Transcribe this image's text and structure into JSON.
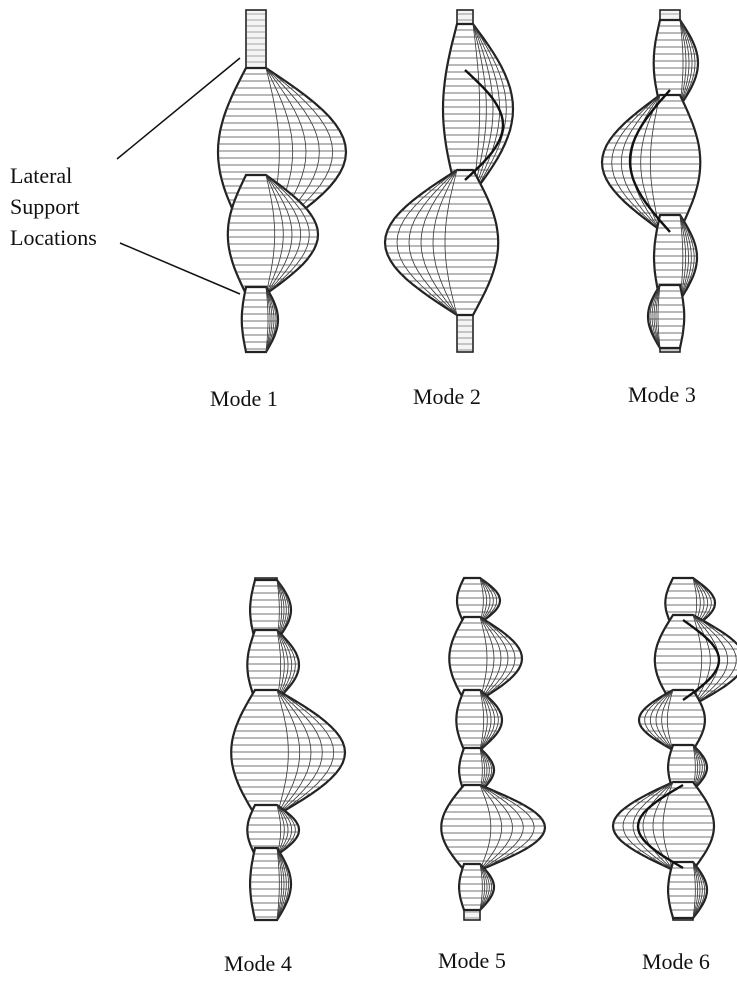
{
  "callout": {
    "lines": [
      "Lateral",
      "Support",
      "Locations"
    ]
  },
  "modes": [
    {
      "label": "Mode 1",
      "lobes": [
        [
          68,
          236,
          80
        ],
        [
          175,
          294,
          52
        ],
        [
          287,
          352,
          12
        ]
      ],
      "secondary": [],
      "wire_color": "#222222"
    },
    {
      "label": "Mode 2",
      "lobes": [
        [
          24,
          194,
          40
        ],
        [
          170,
          315,
          -72
        ]
      ],
      "secondary": [
        [
          70,
          180,
          38,
          0.8
        ]
      ],
      "wire_color": "#222222"
    },
    {
      "label": "Mode 3",
      "lobes": [
        [
          20,
          106,
          18
        ],
        [
          95,
          230,
          -58
        ],
        [
          215,
          300,
          17
        ],
        [
          285,
          348,
          -12
        ]
      ],
      "secondary": [
        [
          90,
          232,
          -40,
          0.7
        ]
      ],
      "wire_color": "#222222"
    },
    {
      "label": "Mode 4",
      "lobes": [
        [
          580,
          640,
          14
        ],
        [
          630,
          700,
          22
        ],
        [
          690,
          815,
          68
        ],
        [
          805,
          855,
          22
        ],
        [
          848,
          920,
          14
        ]
      ],
      "secondary": [],
      "wire_color": "#222222"
    },
    {
      "label": "Mode 5",
      "lobes": [
        [
          578,
          623,
          20
        ],
        [
          617,
          700,
          42
        ],
        [
          690,
          750,
          22
        ],
        [
          748,
          792,
          14
        ],
        [
          785,
          870,
          65
        ],
        [
          864,
          910,
          14
        ]
      ],
      "secondary": [],
      "wire_color": "#222222"
    },
    {
      "label": "Mode 6",
      "lobes": [
        [
          578,
          628,
          22
        ],
        [
          615,
          705,
          52
        ],
        [
          690,
          750,
          -34
        ],
        [
          745,
          790,
          14
        ],
        [
          782,
          870,
          -60
        ],
        [
          862,
          918,
          14
        ]
      ],
      "secondary": [
        [
          620,
          700,
          36,
          0.6
        ],
        [
          785,
          868,
          -45,
          0.6
        ]
      ],
      "wire_color": "#222222"
    }
  ]
}
